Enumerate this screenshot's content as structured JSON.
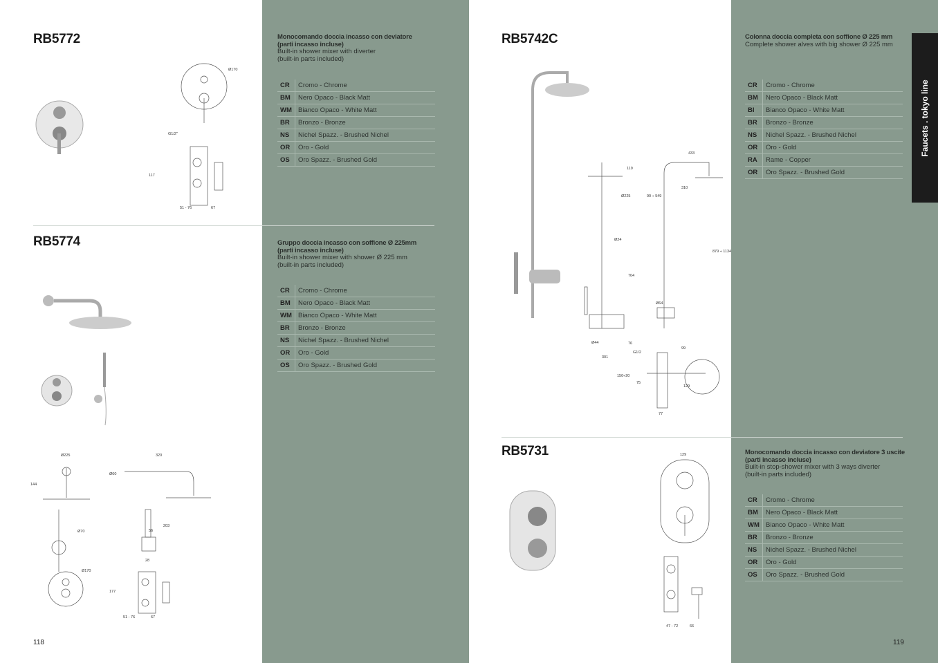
{
  "side_tab": "Faucets . tokyo line",
  "pages": {
    "left": "118",
    "right": "119"
  },
  "products": [
    {
      "code": "RB5772",
      "title_it": "Monocomando doccia incasso con deviatore",
      "title_it2": "(parti incasso incluse)",
      "title_en": "Built-in shower mixer with diverter",
      "title_en2": "(built-in parts included)",
      "finishes": [
        [
          "CR",
          "Cromo - Chrome"
        ],
        [
          "BM",
          "Nero Opaco - Black Matt"
        ],
        [
          "WM",
          "Bianco Opaco - White Matt"
        ],
        [
          "BR",
          "Bronzo - Bronze"
        ],
        [
          "NS",
          "Nichel Spazz. - Brushed  Nichel"
        ],
        [
          "OR",
          "Oro - Gold"
        ],
        [
          "OS",
          "Oro Spazz. - Brushed Gold"
        ]
      ],
      "dims": [
        "Ø170",
        "G1/2\"",
        "117",
        "51 - 76",
        "67"
      ]
    },
    {
      "code": "RB5774",
      "title_it": "Gruppo doccia incasso con soffione Ø 225mm",
      "title_it2": "(parti incasso incluse)",
      "title_en": "Built-in shower mixer with shower Ø 225 mm",
      "title_en2": "(built-in parts included)",
      "finishes": [
        [
          "CR",
          "Cromo - Chrome"
        ],
        [
          "BM",
          "Nero Opaco - Black Matt"
        ],
        [
          "WM",
          "Bianco Opaco - White Matt"
        ],
        [
          "BR",
          "Bronzo - Bronze"
        ],
        [
          "NS",
          "Nichel Spazz. - Brushed  Nichel"
        ],
        [
          "OR",
          "Oro - Gold"
        ],
        [
          "OS",
          "Oro Spazz. - Brushed Gold"
        ]
      ],
      "dims": [
        "Ø225",
        "320",
        "144",
        "Ø60",
        "Ø70",
        "203",
        "56",
        "28",
        "Ø170",
        "177",
        "51 - 76",
        "67"
      ]
    },
    {
      "code": "RB5742C",
      "title_it": "Colonna doccia completa con soffione Ø 225 mm",
      "title_en": "Complete shower alves with big shower Ø 225 mm",
      "finishes": [
        [
          "CR",
          "Cromo - Chrome"
        ],
        [
          "BM",
          "Nero Opaco - Black Matt"
        ],
        [
          "BI",
          "Bianco Opaco - White Matt"
        ],
        [
          "BR",
          "Bronzo - Bronze"
        ],
        [
          "NS",
          "Nichel Spazz. - Brushed  Nichel"
        ],
        [
          "OR",
          "Oro - Gold"
        ],
        [
          "RA",
          "Rame - Copper"
        ],
        [
          "OR",
          "Oro Spazz. - Brushed Gold"
        ]
      ],
      "dims": [
        "Ø225",
        "119",
        "Ø24",
        "704",
        "Ø44",
        "301",
        "76",
        "433",
        "310",
        "90 ÷ 549",
        "879 ÷ 1134",
        "Ø64",
        "99",
        "129",
        "75",
        "150÷20",
        "77",
        "G1/2"
      ]
    },
    {
      "code": "RB5731",
      "title_it": "Monocomando doccia incasso con deviatore 3 uscite",
      "title_it2": "(parti incasso incluse)",
      "title_en": "Built-in stop-shower mixer with 3 ways diverter",
      "title_en2": "(built-in parts included)",
      "finishes": [
        [
          "CR",
          "Cromo - Chrome"
        ],
        [
          "BM",
          "Nero Opaco - Black Matt"
        ],
        [
          "WM",
          "Bianco Opaco - White Matt"
        ],
        [
          "BR",
          "Bronzo - Bronze"
        ],
        [
          "NS",
          "Nichel Spazz. - Brushed  Nichel"
        ],
        [
          "OR",
          "Oro - Gold"
        ],
        [
          "OS",
          "Oro Spazz. - Brushed Gold"
        ]
      ],
      "dims": [
        "129",
        "47 - 72",
        "66"
      ]
    }
  ]
}
